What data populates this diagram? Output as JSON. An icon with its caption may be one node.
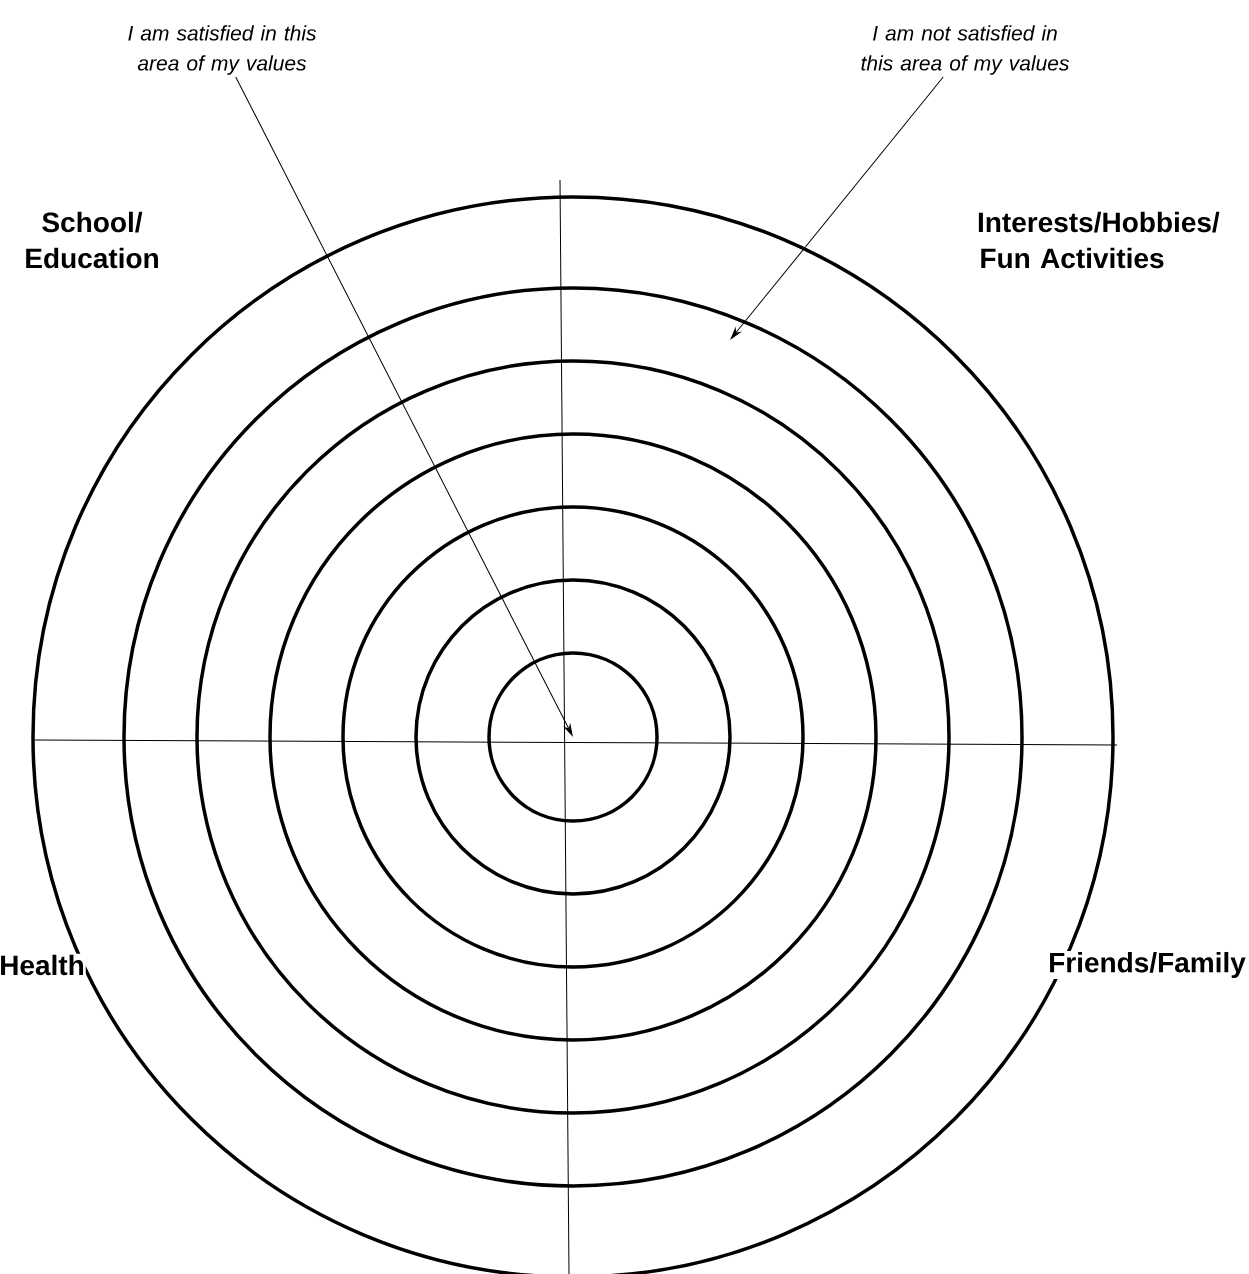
{
  "diagram": {
    "nodes": [
      {
        "text": [
          "I am satisfied in this area of my values"
        ]
      },
      {
        "text": [
          "I am not satisfied in this area of my values"
        ]
      }
    ],
    "edges": [
      {
        "from": 0,
        "to": null,
        "arrow": "to"
      },
      {
        "from": 1,
        "to": null,
        "arrow": "to"
      }
    ],
    "labels": [
      "School/ Education",
      "Interests/Hobbies/ Fun Activities",
      "Health",
      "Friends/Family"
    ]
  }
}
